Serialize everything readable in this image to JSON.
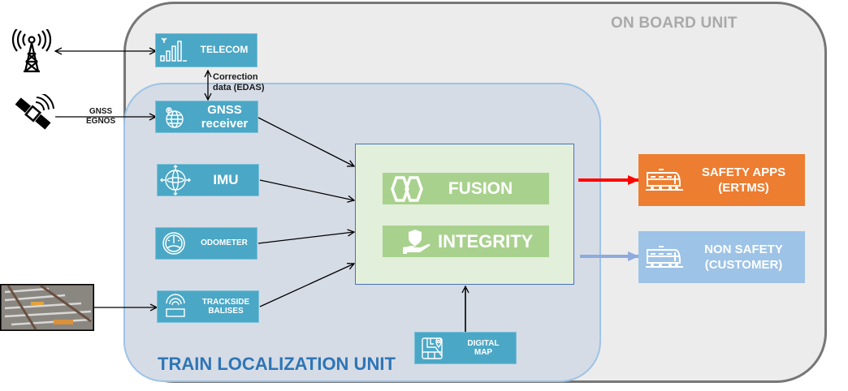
{
  "containers": {
    "on_board_unit": {
      "title": "ON BOARD UNIT"
    },
    "train_localization_unit": {
      "title": "TRAIN LOCALIZATION UNIT"
    }
  },
  "external": {
    "antenna": {
      "icon": "radio-tower-icon"
    },
    "satellite": {
      "icon": "satellite-icon",
      "link_label": [
        "GNSS",
        "EGNOS"
      ]
    },
    "track_photo": {
      "icon": "railway-track-balise-photo"
    }
  },
  "sensors": {
    "telecom": {
      "label": "TELECOM",
      "icon": "signal-bars-icon"
    },
    "gnss": {
      "label_line1": "GNSS",
      "label_line2": "receiver",
      "icon": "globe-pin-icon"
    },
    "imu": {
      "label": "IMU",
      "icon": "gyroscope-icon"
    },
    "odometer": {
      "label": "ODOMETER",
      "icon": "speedometer-icon"
    },
    "balises": {
      "label_line1": "TRACKSIDE",
      "label_line2": "BALISES",
      "icon": "balise-signal-icon"
    },
    "digital_map": {
      "label_line1": "DIGITAL",
      "label_line2": "MAP",
      "icon": "map-pin-icon"
    }
  },
  "correction_label": [
    "Correction",
    "data (EDAS)"
  ],
  "core": {
    "fusion": {
      "label": "FUSION",
      "icon": "hexagon-link-icon"
    },
    "integrity": {
      "label": "INTEGRITY",
      "icon": "shield-hand-icon"
    }
  },
  "outputs": {
    "safety": {
      "line1": "SAFETY APPS",
      "line2": "(ERTMS)",
      "icon": "train-icon",
      "color": "#ed7d31",
      "arrow_color": "#ff0000"
    },
    "non_safety": {
      "line1": "NON SAFETY",
      "line2": "(CUSTOMER)",
      "icon": "train-icon",
      "color": "#9dc3e6",
      "arrow_color": "#8faadc"
    }
  },
  "colors": {
    "sensor_box": "#4ba7c6",
    "core_fill": "#e2efda",
    "core_bar": "#a9d18e",
    "tlu_fill": "#d6dce6",
    "obu_fill": "#ececec"
  }
}
